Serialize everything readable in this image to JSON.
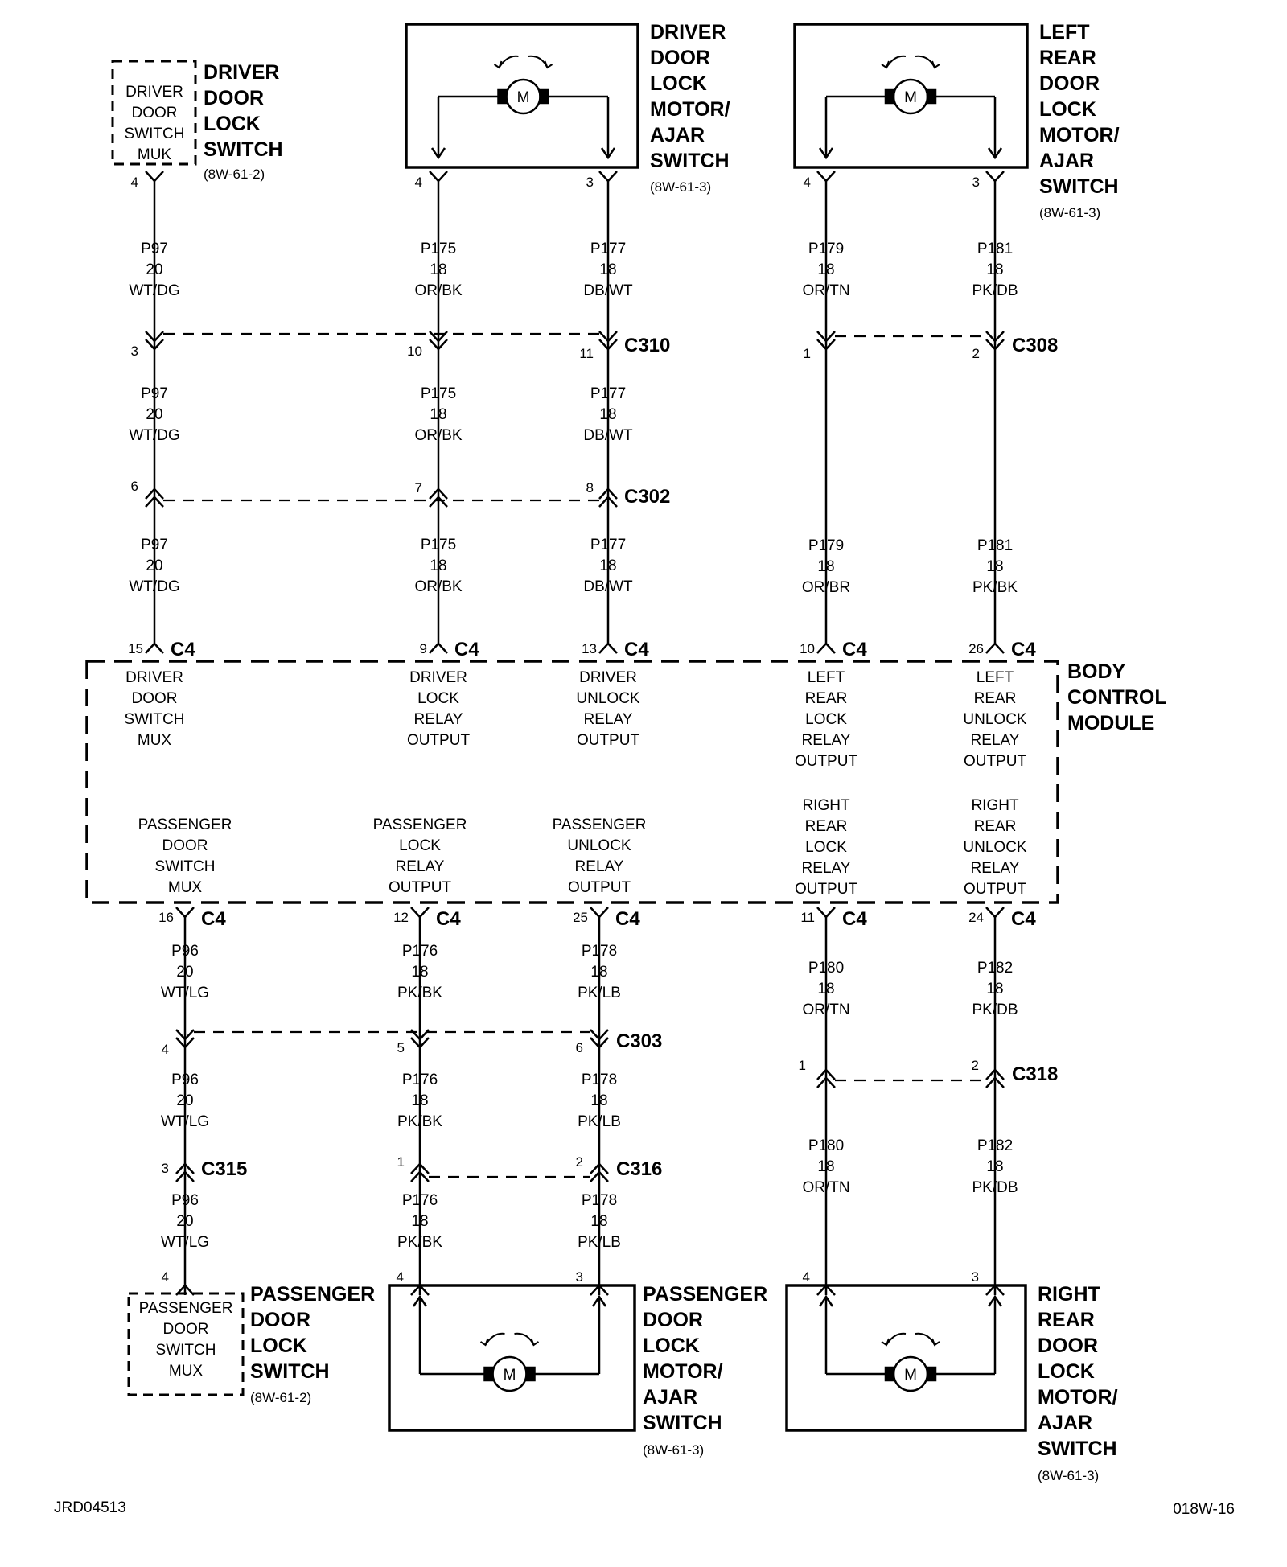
{
  "components": {
    "driver_door_lock_switch": {
      "box_lines": [
        "DRIVER",
        "DOOR",
        "SWITCH",
        "MUK"
      ],
      "title_lines": [
        "DRIVER",
        "DOOR",
        "LOCK",
        "SWITCH"
      ],
      "ref": "(8W-61-2)"
    },
    "driver_door_lock_motor": {
      "title_lines": [
        "DRIVER",
        "DOOR",
        "LOCK",
        "MOTOR/",
        "AJAR",
        "SWITCH"
      ],
      "ref": "(8W-61-3)"
    },
    "left_rear_door_lock_motor": {
      "title_lines": [
        "LEFT",
        "REAR",
        "DOOR",
        "LOCK",
        "MOTOR/",
        "AJAR",
        "SWITCH"
      ],
      "ref": "(8W-61-3)"
    },
    "body_control_module": {
      "title_lines": [
        "BODY",
        "CONTROL",
        "MODULE"
      ]
    },
    "passenger_door_lock_switch": {
      "box_lines": [
        "PASSENGER",
        "DOOR",
        "SWITCH",
        "MUX"
      ],
      "title_lines": [
        "PASSENGER",
        "DOOR",
        "LOCK",
        "SWITCH"
      ],
      "ref": "(8W-61-2)"
    },
    "passenger_door_lock_motor": {
      "title_lines": [
        "PASSENGER",
        "DOOR",
        "LOCK",
        "MOTOR/",
        "AJAR",
        "SWITCH"
      ],
      "ref": "(8W-61-3)"
    },
    "right_rear_door_lock_motor": {
      "title_lines": [
        "RIGHT",
        "REAR",
        "DOOR",
        "LOCK",
        "MOTOR/",
        "AJAR",
        "SWITCH"
      ],
      "ref": "(8W-61-3)"
    },
    "motor_symbol": "M"
  },
  "bcm_functions_top": [
    [
      "DRIVER",
      "DOOR",
      "SWITCH",
      "MUX"
    ],
    [
      "DRIVER",
      "LOCK",
      "RELAY",
      "OUTPUT"
    ],
    [
      "DRIVER",
      "UNLOCK",
      "RELAY",
      "OUTPUT"
    ],
    [
      "LEFT",
      "REAR",
      "LOCK",
      "RELAY",
      "OUTPUT"
    ],
    [
      "LEFT",
      "REAR",
      "UNLOCK",
      "RELAY",
      "OUTPUT"
    ]
  ],
  "bcm_functions_bottom": [
    [
      "PASSENGER",
      "DOOR",
      "SWITCH",
      "MUX"
    ],
    [
      "PASSENGER",
      "LOCK",
      "RELAY",
      "OUTPUT"
    ],
    [
      "PASSENGER",
      "UNLOCK",
      "RELAY",
      "OUTPUT"
    ],
    [
      "RIGHT",
      "REAR",
      "LOCK",
      "RELAY",
      "OUTPUT"
    ],
    [
      "RIGHT",
      "REAR",
      "UNLOCK",
      "RELAY",
      "OUTPUT"
    ]
  ],
  "connectors": {
    "c310": "C310",
    "c302": "C302",
    "c308": "C308",
    "c4": "C4",
    "c303": "C303",
    "c318": "C318",
    "c315": "C315",
    "c316": "C316"
  },
  "pins": {
    "drv_sw": "4",
    "drv_motor_a": "4",
    "drv_motor_b": "3",
    "lr_motor_a": "4",
    "lr_motor_b": "3",
    "c310_a": "3",
    "c310_b": "10",
    "c310_c": "11",
    "c308_a": "1",
    "c308_b": "2",
    "c302_a": "6",
    "c302_b": "7",
    "c302_c": "8",
    "c4_top": [
      "15",
      "9",
      "13",
      "10",
      "26"
    ],
    "c4_bottom": [
      "16",
      "12",
      "25",
      "11",
      "24"
    ],
    "c303_a": "4",
    "c303_b": "5",
    "c303_c": "6",
    "c318_a": "1",
    "c318_b": "2",
    "c315_a": "3",
    "c316_a": "1",
    "c316_b": "2",
    "pass_sw": "4",
    "pass_motor_a": "4",
    "pass_motor_b": "3",
    "rr_motor_a": "4",
    "rr_motor_b": "3"
  },
  "wires": {
    "col1_a": [
      "P97",
      "20",
      "WT/DG"
    ],
    "col1_b": [
      "P97",
      "20",
      "WT/DG"
    ],
    "col1_c": [
      "P97",
      "20",
      "WT/DG"
    ],
    "col2_a": [
      "P175",
      "18",
      "OR/BK"
    ],
    "col2_b": [
      "P175",
      "18",
      "OR/BK"
    ],
    "col2_c": [
      "P175",
      "18",
      "OR/BK"
    ],
    "col3_a": [
      "P177",
      "18",
      "DB/WT"
    ],
    "col3_b": [
      "P177",
      "18",
      "DB/WT"
    ],
    "col3_c": [
      "P177",
      "18",
      "DB/WT"
    ],
    "col4_a": [
      "P179",
      "18",
      "OR/TN"
    ],
    "col4_b": [
      "P179",
      "18",
      "OR/BR"
    ],
    "col5_a": [
      "P181",
      "18",
      "PK/DB"
    ],
    "col5_b": [
      "P181",
      "18",
      "PK/BK"
    ],
    "col1_d": [
      "P96",
      "20",
      "WT/LG"
    ],
    "col1_e": [
      "P96",
      "20",
      "WT/LG"
    ],
    "col1_f": [
      "P96",
      "20",
      "WT/LG"
    ],
    "col2_d": [
      "P176",
      "18",
      "PK/BK"
    ],
    "col2_e": [
      "P176",
      "18",
      "PK/BK"
    ],
    "col2_f": [
      "P176",
      "18",
      "PK/BK"
    ],
    "col3_d": [
      "P178",
      "18",
      "PK/LB"
    ],
    "col3_e": [
      "P178",
      "18",
      "PK/LB"
    ],
    "col3_f": [
      "P178",
      "18",
      "PK/LB"
    ],
    "col4_d": [
      "P180",
      "18",
      "OR/TN"
    ],
    "col4_e": [
      "P180",
      "18",
      "OR/TN"
    ],
    "col5_d": [
      "P182",
      "18",
      "PK/DB"
    ],
    "col5_e": [
      "P182",
      "18",
      "PK/DB"
    ]
  },
  "footer": {
    "left_code": "JRD04513",
    "right_code": "018W-16"
  }
}
